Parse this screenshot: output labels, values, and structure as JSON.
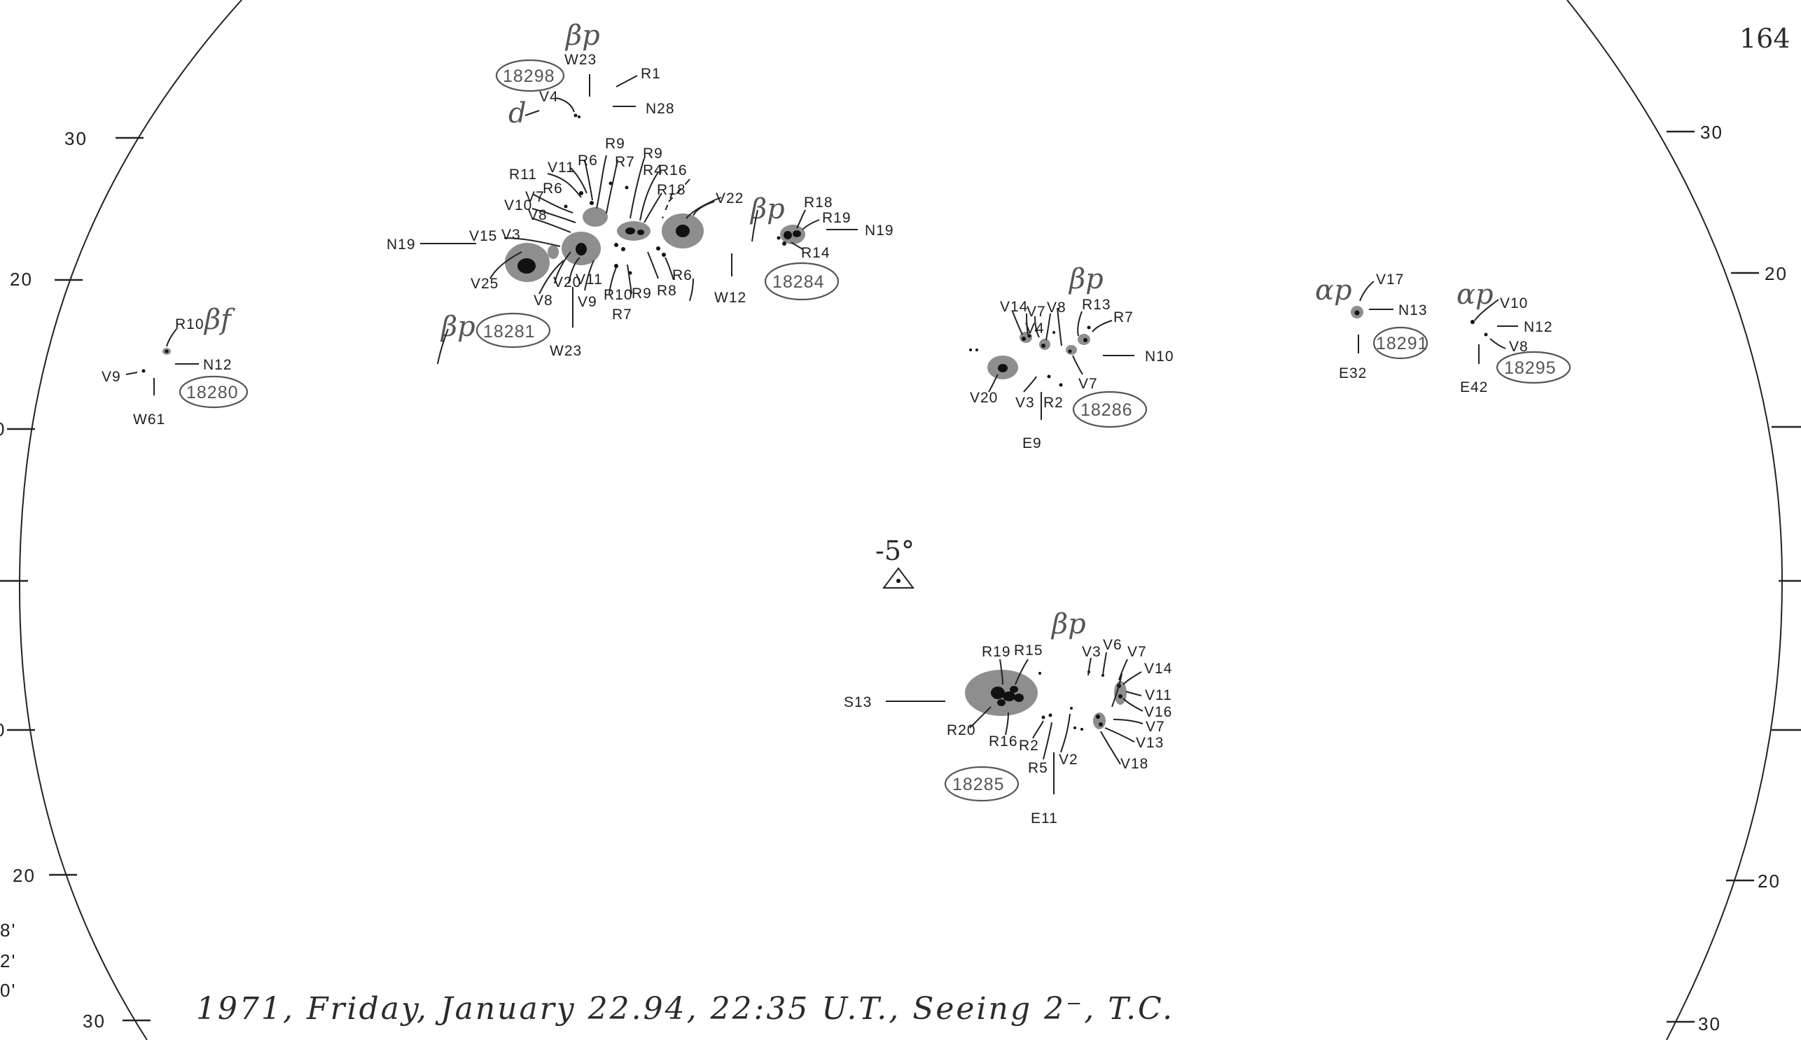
{
  "page_number": "164",
  "footer": "1971, Friday, January 22.94, 22:35 U.T., Seeing 2⁻, T.C.",
  "center_marker": "-5°",
  "left_scale": [
    "30",
    "20",
    "0",
    "0",
    "20",
    "30"
  ],
  "right_scale": [
    "30",
    "20",
    "20",
    "30"
  ],
  "margin_notes": [
    "8'",
    "2'",
    "0'"
  ],
  "regions": [
    {
      "id": "18298",
      "class": "βp",
      "position": "N28 W23",
      "spots": [
        "V4",
        "R1"
      ],
      "marks": [
        "d"
      ]
    },
    {
      "id": "18281",
      "class": "βp",
      "position": "N19 W23",
      "spots": [
        "R11",
        "V11",
        "R6",
        "R9",
        "R7",
        "R9",
        "R4",
        "R16",
        "R18",
        "V10",
        "V7",
        "R6",
        "V8",
        "V15",
        "V3",
        "V25",
        "V8",
        "V20",
        "V11",
        "V9",
        "R10",
        "R9",
        "R7",
        "R8",
        "R6",
        "V22"
      ]
    },
    {
      "id": "18284",
      "class": "βp",
      "position": "N19 W12",
      "spots": [
        "R18",
        "R19",
        "R14"
      ]
    },
    {
      "id": "18280",
      "class": "βf",
      "position": "N12 W61",
      "spots": [
        "R10",
        "V9"
      ]
    },
    {
      "id": "18286",
      "class": "βp",
      "position": "N10 E9",
      "spots": [
        "V14",
        "V7",
        "V4",
        "V8",
        "R13",
        "R7",
        "V20",
        "V3",
        "R2",
        "V7"
      ]
    },
    {
      "id": "18291",
      "class": "αp",
      "position": "N13 E32",
      "spots": [
        "V17"
      ]
    },
    {
      "id": "18295",
      "class": "αp",
      "position": "N12 E42",
      "spots": [
        "V10",
        "V8"
      ]
    },
    {
      "id": "18285",
      "class": "βp",
      "position": "S13 E11",
      "spots": [
        "R19",
        "R15",
        "V3",
        "V6",
        "V7",
        "V14",
        "V11",
        "V16",
        "V7",
        "V13",
        "V18",
        "R20",
        "R16",
        "R2",
        "R5",
        "V2"
      ]
    }
  ]
}
